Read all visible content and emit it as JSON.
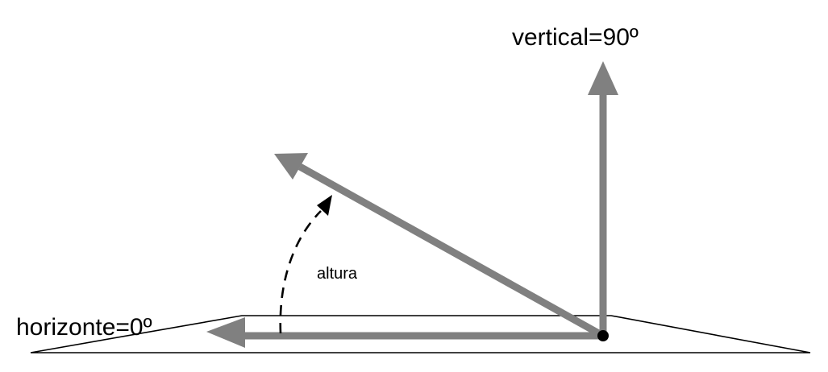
{
  "labels": {
    "vertical": "vertical=90º",
    "horizon": "horizonte=0º",
    "altitude": "altura"
  },
  "colors": {
    "arrow": "#808080",
    "line": "#000000",
    "background": "#ffffff"
  }
}
